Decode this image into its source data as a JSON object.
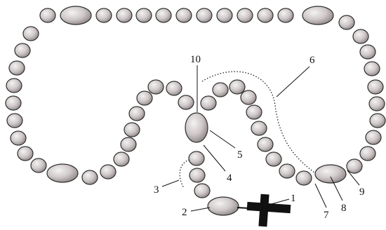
{
  "figure": {
    "callouts": [
      {
        "id": "1",
        "label": "1"
      },
      {
        "id": "2",
        "label": "2"
      },
      {
        "id": "3",
        "label": "3"
      },
      {
        "id": "4",
        "label": "4"
      },
      {
        "id": "5",
        "label": "5"
      },
      {
        "id": "6",
        "label": "6"
      },
      {
        "id": "7",
        "label": "7"
      },
      {
        "id": "8",
        "label": "8"
      },
      {
        "id": "9",
        "label": "9"
      },
      {
        "id": "10",
        "label": "10"
      }
    ],
    "colors": {
      "bead_highlight": "#f4f2f2",
      "bead_mid": "#cfc8c8",
      "bead_shadow": "#8f8686",
      "bead_outline": "#2e2e2e",
      "cross": "#111111",
      "lines": "#111111"
    }
  }
}
